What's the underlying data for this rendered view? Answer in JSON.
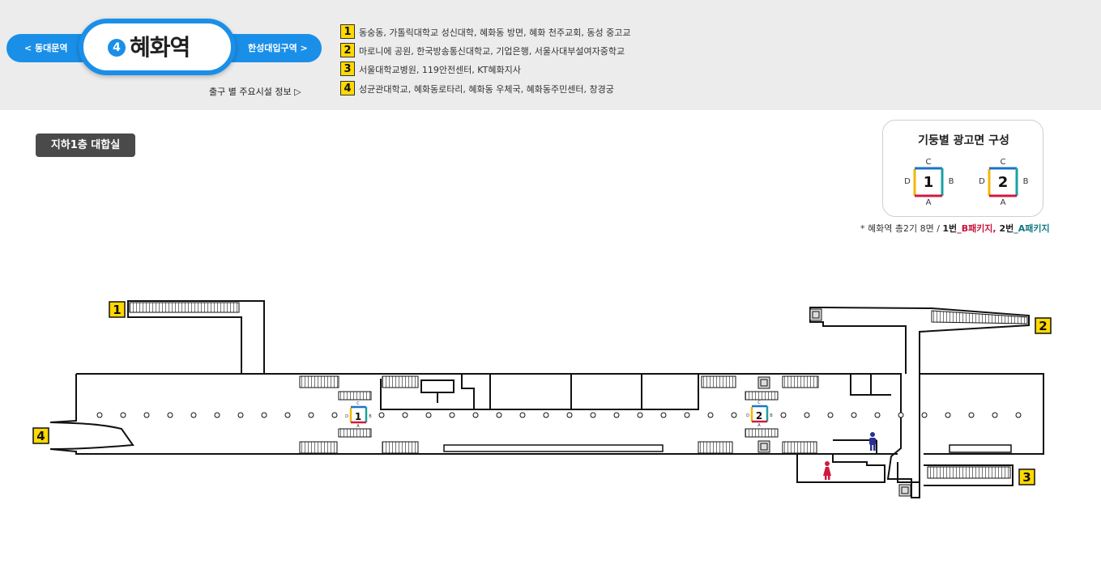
{
  "nav": {
    "prev_label": "< 동대문역",
    "next_label": "한성대입구역 >",
    "line_number": "4",
    "station_name": "혜화역",
    "exit_info_link": "출구 별 주요시설 정보 ▷"
  },
  "exits": [
    {
      "number": "1",
      "description": "동숭동, 가톨릭대학교 성신대학, 혜화동 방면, 혜화 천주교회, 동성 중고교"
    },
    {
      "number": "2",
      "description": "마로니에 공원, 한국방송통신대학교, 기업은행, 서울사대부설여자중학교"
    },
    {
      "number": "3",
      "description": "서울대학교병원, 119안전센터, KT혜화지사"
    },
    {
      "number": "4",
      "description": "성균관대학교, 혜화동로타리, 혜화동 우체국, 혜화동주민센터, 창경궁"
    }
  ],
  "floor_label": "지하1층 대합실",
  "ad_config": {
    "title": "기둥별 광고면 구성",
    "columns": [
      {
        "number": "1",
        "faces": {
          "top": "C",
          "left": "D",
          "right": "B",
          "bottom": "A"
        }
      },
      {
        "number": "2",
        "faces": {
          "top": "C",
          "left": "D",
          "right": "B",
          "bottom": "A"
        }
      }
    ],
    "note_prefix": "* 혜화역 총2기 8면 / ",
    "note_n1": "1번",
    "note_b": "_B패키지,",
    "note_n2": " 2번",
    "note_a": "_A패키지"
  },
  "map": {
    "exit_labels": [
      "1",
      "2",
      "3",
      "4"
    ],
    "column_markers": [
      "1",
      "2"
    ],
    "column_faces": {
      "top": "C",
      "left": "D",
      "right": "B",
      "bottom": "A"
    },
    "icons": [
      "escalator-icon",
      "elevator-icon",
      "mens-restroom-icon",
      "womens-restroom-icon"
    ]
  },
  "colors": {
    "line_blue": "#1a8fe8",
    "exit_yellow": "#ffd900",
    "package_b": "#c8123a",
    "package_a": "#137a83",
    "face_c": "#1a73c9",
    "face_b": "#1ba1a1",
    "face_a": "#d1193f",
    "face_d": "#f2b705",
    "mens": "#2b2f8f",
    "womens": "#d1193f"
  }
}
